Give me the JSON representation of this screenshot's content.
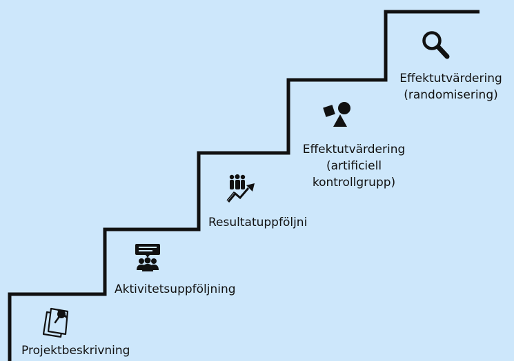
{
  "steps": [
    {
      "label": "Projektbeskrivning",
      "icon": "pinned-note-icon"
    },
    {
      "label": "Aktivitetsuppföljning",
      "icon": "meeting-icon"
    },
    {
      "label": "Resultatuppföljni",
      "icon": "team-growth-icon"
    },
    {
      "label_line1": "Effektutvärdering",
      "label_line2": "(artificiell",
      "label_line3": "kontrollgrupp)",
      "icon": "shapes-icon"
    },
    {
      "label_line1": "Effektutvärdering",
      "label_line2": "(randomisering)",
      "icon": "magnifier-icon"
    }
  ],
  "colors": {
    "background": "#cde7fb",
    "line": "#111111",
    "text": "#111111"
  }
}
